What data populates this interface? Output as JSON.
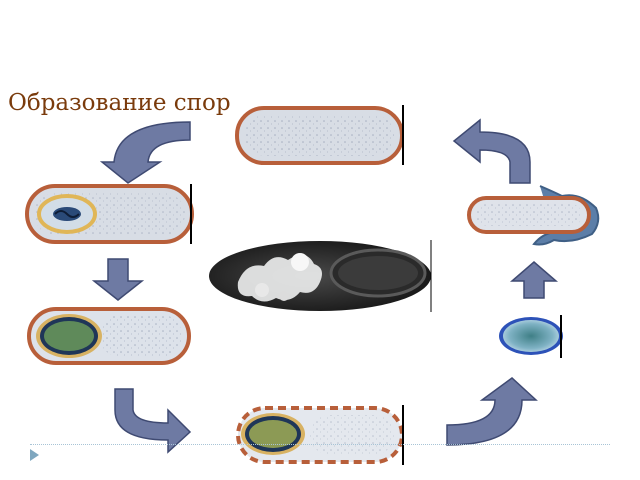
{
  "title": "Образование спор",
  "colors": {
    "title": "#7a3b0c",
    "cell_wall": "#b85f3a",
    "cytoplasm": "#d8dde5",
    "arrow_fill": "#6e7aa3",
    "arrow_stroke": "#3f4a72",
    "spore_core": "#5f8a5a",
    "spore_ring": "#d8b262",
    "spore_dark": "#1f3658",
    "footer_line": "#a8c4d6"
  },
  "stages": [
    "vegetative-cell",
    "prespore-forming",
    "forespore-engulfed",
    "mature-endospore",
    "free-spore",
    "germinating-cell",
    "stained-sporulating-cell"
  ]
}
